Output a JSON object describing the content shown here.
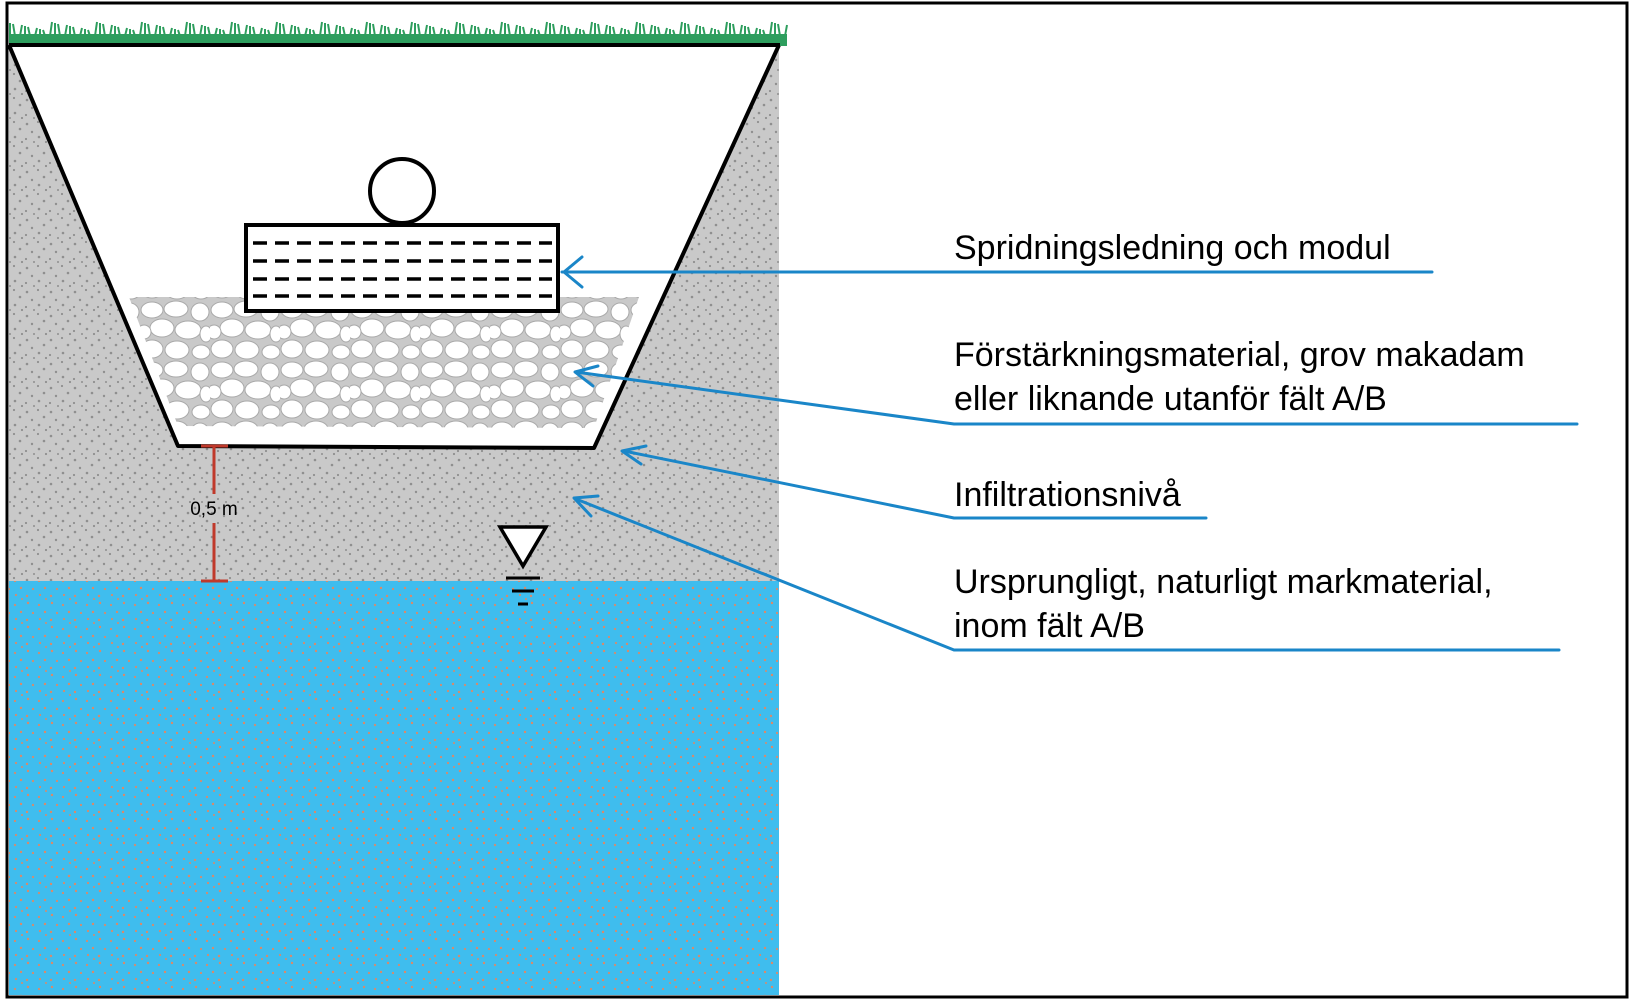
{
  "diagram": {
    "labels": [
      {
        "line1": "Spridningsledning och modul",
        "line2": ""
      },
      {
        "line1": "Förstärkningsmaterial, grov makadam",
        "line2": "eller liknande utanför fält A/B"
      },
      {
        "line1": "Infiltrationsnivå",
        "line2": ""
      },
      {
        "line1": "Ursprungligt, naturligt markmaterial,",
        "line2": "inom fält A/B"
      }
    ],
    "dimension_label": "0,5 m",
    "colors": {
      "soil": "#c9c9c9",
      "soil_dots": "#8f8f8f",
      "groundwater": "#3fbdee",
      "groundwater_dots": "#d98a6a",
      "grass": "#2e9e5e",
      "leader_lines": "#1a86c8",
      "dimension": "#c0392b",
      "outline": "#000000"
    },
    "icons": [
      "water-table-icon",
      "pipe-icon"
    ]
  }
}
